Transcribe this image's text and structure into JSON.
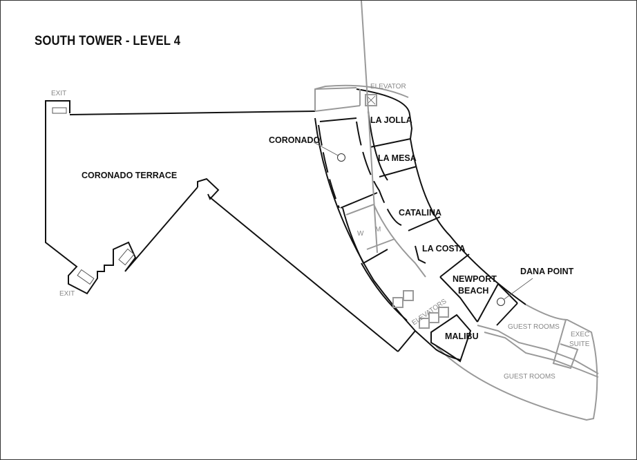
{
  "title": "SOUTH TOWER - LEVEL 4",
  "rooms": {
    "coronado_terrace": "CORONADO TERRACE",
    "coronado": "CORONADO",
    "la_jolla": "LA JOLLA",
    "la_mesa": "LA MESA",
    "catalina": "CATALINA",
    "la_costa": "LA COSTA",
    "newport_1": "NEWPORT",
    "newport_2": "BEACH",
    "dana_point": "DANA POINT",
    "malibu": "MALIBU"
  },
  "labels": {
    "exit_top": "EXIT",
    "exit_bottom": "EXIT",
    "elevator": "ELEVATOR",
    "elevators": "ELEVATORS",
    "women": "W",
    "men": "M",
    "guest_rooms_1": "GUEST ROOMS",
    "guest_rooms_2": "GUEST ROOMS",
    "exec_1": "EXEC",
    "exec_2": "SUITE"
  },
  "colors": {
    "wall": "#111111",
    "secondary_wall": "#999999"
  }
}
